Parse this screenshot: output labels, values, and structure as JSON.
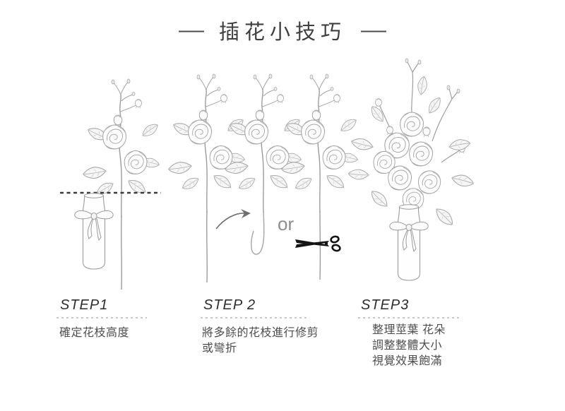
{
  "title": {
    "text": "插花小技巧",
    "dash": "—"
  },
  "steps": [
    {
      "label": "STEP1",
      "lines": [
        "確定花枝高度"
      ]
    },
    {
      "label": "STEP 2",
      "or_label": "or",
      "lines": [
        "將多餘的花枝進行修剪",
        "或彎折"
      ]
    },
    {
      "label": "STEP3",
      "lines": [
        "整理莖葉 花朵",
        "調整整體大小",
        "視覺效果飽滿"
      ]
    }
  ],
  "icons": {
    "scissors": "scissors-icon",
    "bend_arrow": "bend-arrow-icon",
    "vase": "vase-with-ribbon-icon",
    "rose": "rose-sprig-illustration",
    "height_line": "dashed-height-line"
  },
  "colors": {
    "title_text": "#3f3f3f",
    "step_label": "#2d2d2d",
    "body_text": "#4d4d4d",
    "or_text": "#8d8d8d",
    "sketch_stroke": "#a3a3a3",
    "scissors": "#141414",
    "height_dash_line": "#3a3a3a",
    "dotted_divider": "#c8c8c8",
    "background": "#ffffff"
  }
}
